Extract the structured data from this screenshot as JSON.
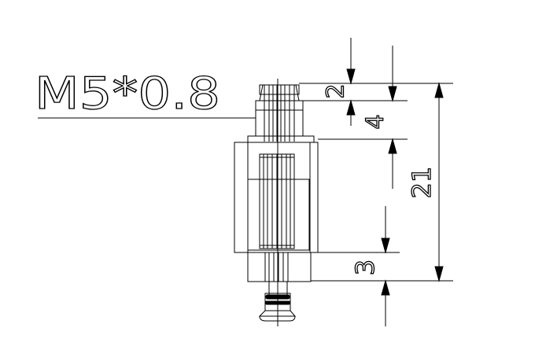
{
  "drawing": {
    "thread_callout": "M5*0.8",
    "dimensions": {
      "thread_tip": "2",
      "thread_length": "4",
      "overall_length": "21",
      "pad_height": "3"
    }
  }
}
